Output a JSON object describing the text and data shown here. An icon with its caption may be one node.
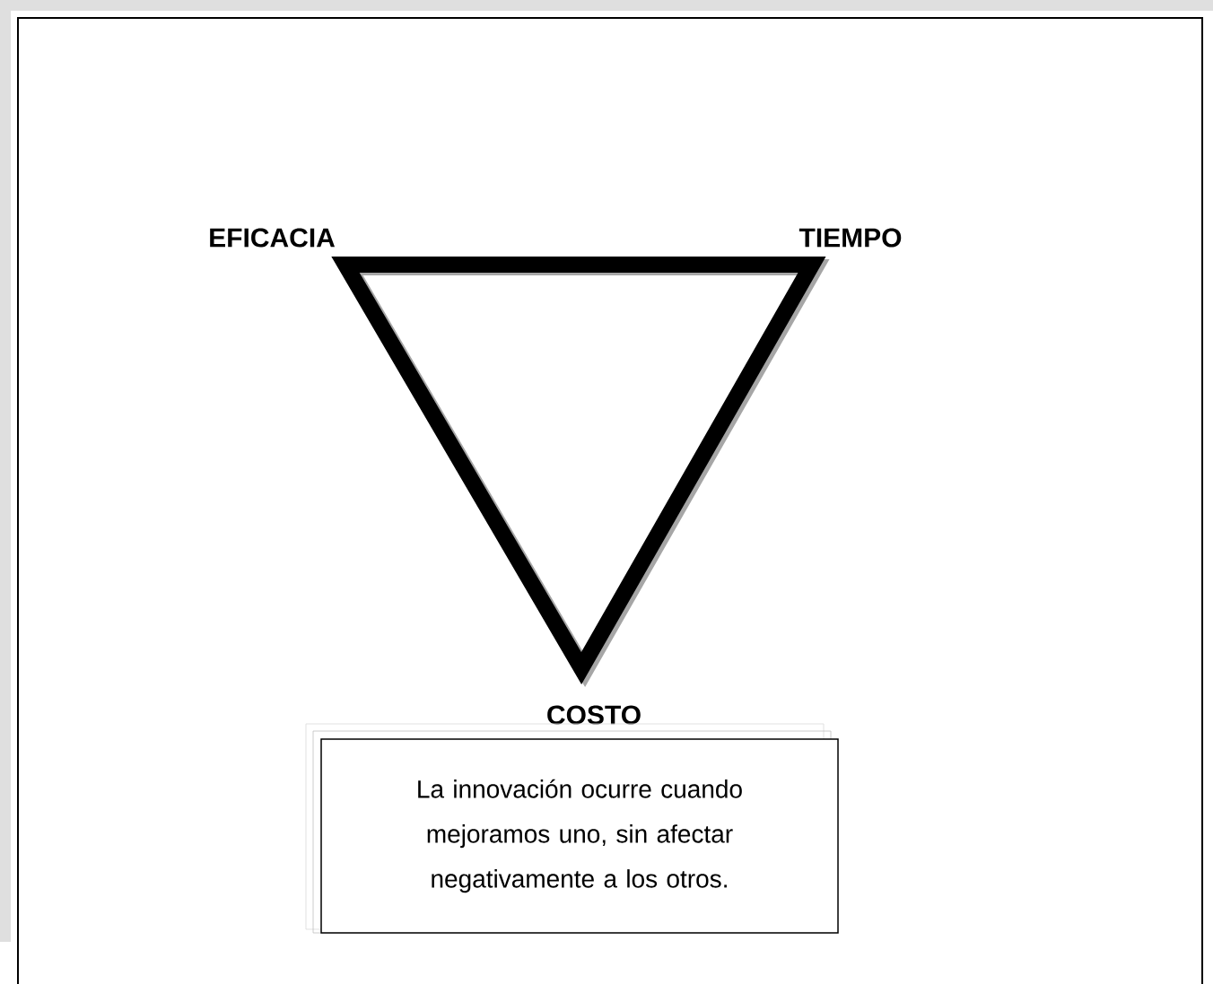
{
  "diagram": {
    "nodes": [
      {
        "text": [
          "La innovación ocurre cuando mejoramos uno, sin afectar negativamente a los otros."
        ]
      }
    ],
    "labels": [
      "EFICACIA",
      "TIEMPO",
      "COSTO"
    ]
  }
}
